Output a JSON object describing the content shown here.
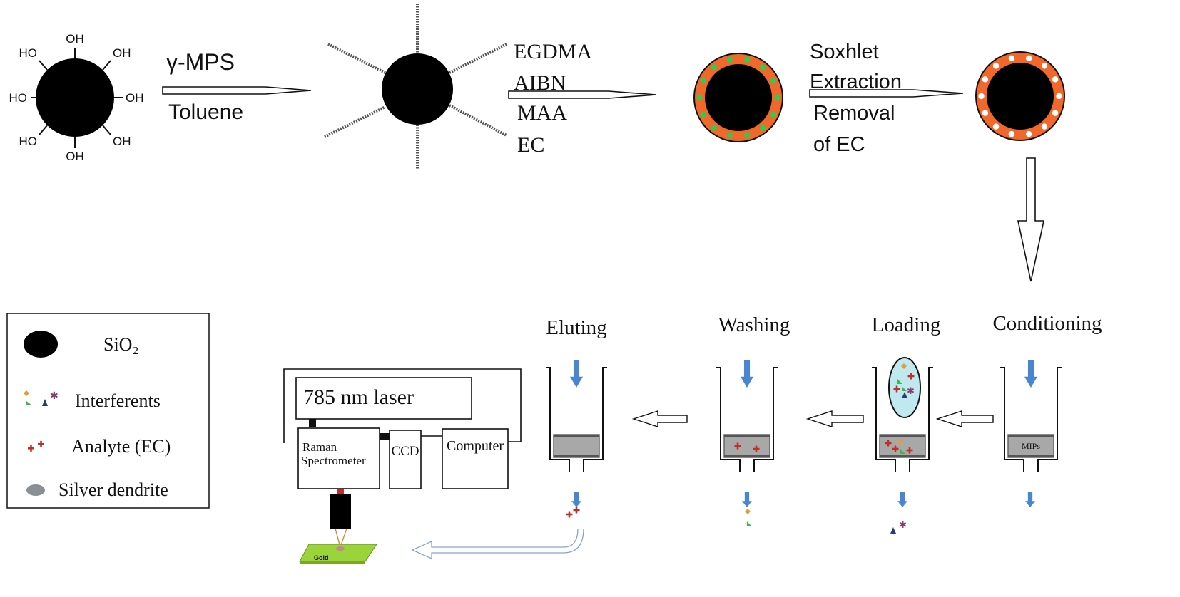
{
  "colors": {
    "particle": "#000000",
    "polymer_shell": "#f2672a",
    "template_dot": "#35c84a",
    "cavity_dot": "#ffffff",
    "flow_arrow": "#4a86d0",
    "sorbent": "#a8a8a8",
    "loading_blob": "#bfe9ef",
    "gold_substrate": "#9bd43a",
    "analyte": "#c0302a",
    "interferent_orange": "#e89a3a",
    "interferent_green": "#3fb84a",
    "interferent_navy": "#2b3a78",
    "interferent_purple": "#8a3a6a"
  },
  "synthesis": {
    "hydroxyl_label": "OH",
    "hydroxyl_label_alt": "HO",
    "step1": {
      "top": "γ-MPS",
      "bottom": "Toluene"
    },
    "step2": {
      "reagents": [
        "EGDMA",
        "AIBN",
        "MAA",
        "EC"
      ]
    },
    "step3": {
      "lines": [
        "Soxhlet",
        "Extraction",
        "Removal",
        "of EC"
      ]
    }
  },
  "spe": {
    "conditioning": "Conditioning",
    "loading": "Loading",
    "washing": "Washing",
    "eluting": "Eluting",
    "sorbent_label": "MIPs"
  },
  "instrument": {
    "laser": "785 nm laser",
    "spectrometer_line1": "Raman",
    "spectrometer_line2": "Spectrometer",
    "ccd": "CCD",
    "computer": "Computer",
    "substrate": "Gold"
  },
  "legend": {
    "sio2": "SiO₂",
    "interferents": "Interferents",
    "analyte": "Analyte (EC)",
    "silver": "Silver dendrite"
  }
}
